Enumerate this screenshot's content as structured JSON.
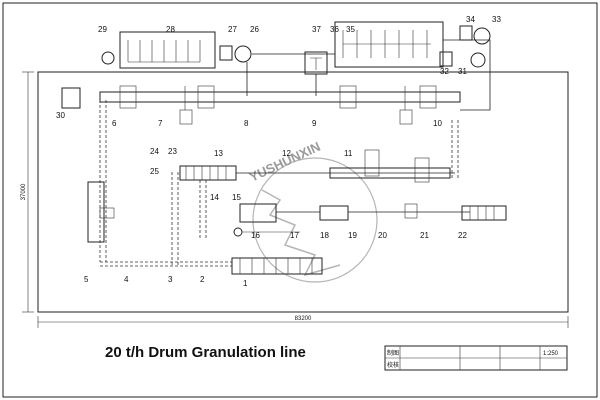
{
  "caption": "20 t/h Drum Granulation line",
  "dimensions": {
    "width": "83200",
    "height": "37000"
  },
  "watermark": "YUSHUNXIN",
  "title_block": {
    "cell_1": "制图",
    "cell_2": "校核",
    "scale": "1:250"
  },
  "equipment_labels": [
    "1",
    "2",
    "3",
    "4",
    "5",
    "6",
    "7",
    "8",
    "9",
    "10",
    "11",
    "12",
    "13",
    "14",
    "15",
    "16",
    "17",
    "18",
    "19",
    "20",
    "21",
    "22",
    "23",
    "24",
    "25",
    "26",
    "27",
    "28",
    "29",
    "30",
    "31",
    "32",
    "33",
    "34",
    "35",
    "36",
    "37"
  ]
}
